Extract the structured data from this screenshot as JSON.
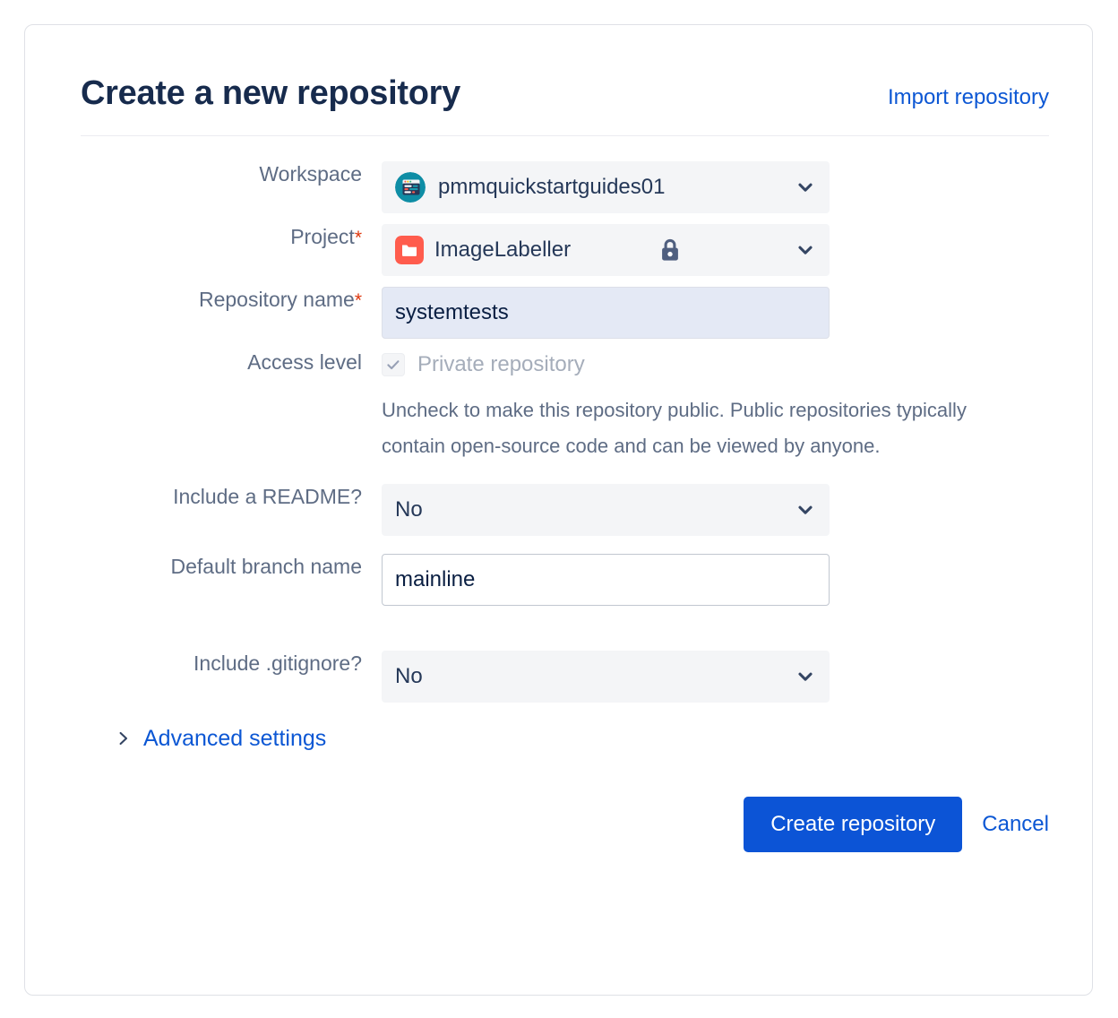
{
  "header": {
    "title": "Create a new repository",
    "import_link": "Import repository"
  },
  "form": {
    "workspace": {
      "label": "Workspace",
      "value": "pmmquickstartguides01",
      "avatar_icon": "workspace-avatar-icon",
      "chevron_icon": "chevron-down-icon",
      "avatar_color": "#0e8da5"
    },
    "project": {
      "label": "Project",
      "required_marker": "*",
      "value": "ImageLabeller",
      "avatar_icon": "folder-icon",
      "avatar_color": "#ff5c4d",
      "lock_icon": "lock-icon",
      "chevron_icon": "chevron-down-icon"
    },
    "repository_name": {
      "label": "Repository name",
      "required_marker": "*",
      "value": "systemtests",
      "placeholder": ""
    },
    "access_level": {
      "label": "Access level",
      "checkbox_label": "Private repository",
      "checked": true,
      "disabled": true,
      "check_icon": "check-icon",
      "help_text": "Uncheck to make this repository public. Public repositories typically contain open-source code and can be viewed by anyone."
    },
    "include_readme": {
      "label": "Include a README?",
      "value": "No",
      "chevron_icon": "chevron-down-icon"
    },
    "default_branch": {
      "label": "Default branch name",
      "value": "mainline",
      "placeholder": ""
    },
    "include_gitignore": {
      "label": "Include .gitignore?",
      "value": "No",
      "chevron_icon": "chevron-down-icon"
    },
    "advanced_settings": {
      "label": "Advanced settings",
      "chevron_icon": "chevron-right-icon",
      "expanded": false
    }
  },
  "actions": {
    "primary_label": "Create repository",
    "cancel_label": "Cancel"
  },
  "colors": {
    "title": "#172b4d",
    "link": "#0c57d4",
    "primary_button": "#0c54d6",
    "label": "#5e6c84",
    "required": "#de350b",
    "control_bg": "#f4f5f7",
    "highlight_input_bg": "#e4e9f5",
    "card_border": "#dfe1e6"
  }
}
